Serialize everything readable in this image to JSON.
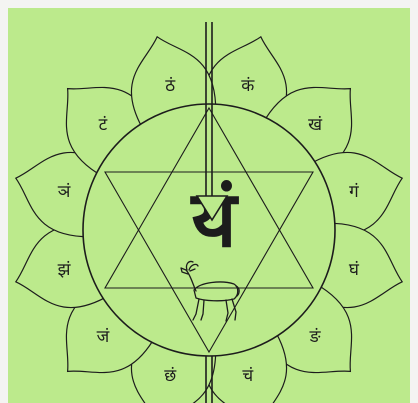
{
  "colors": {
    "page_frame": "#f4f4f2",
    "panel_background": "#bcea8c",
    "line_ink": "#1c1c1c"
  },
  "diagram": {
    "bija_syllable": "यं",
    "animal_icon": "antelope-icon",
    "petal_count": 12,
    "petal_letters": [
      "कं",
      "खं",
      "गं",
      "घं",
      "ङं",
      "चं",
      "छं",
      "जं",
      "झं",
      "ञं",
      "टं",
      "ठं"
    ]
  }
}
